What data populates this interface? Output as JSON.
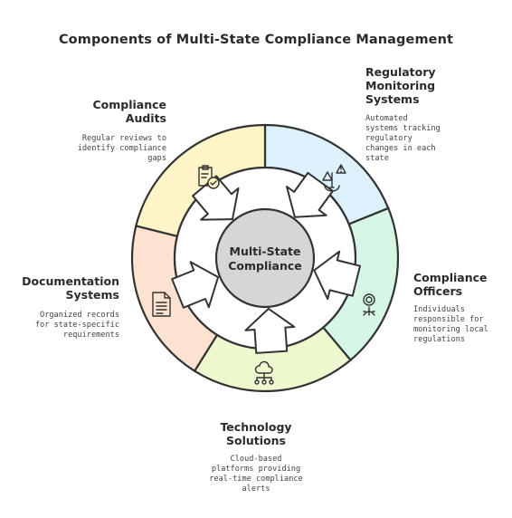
{
  "title": "Components of Multi-State Compliance Management",
  "center": {
    "line1": "Multi-State",
    "line2": "Compliance"
  },
  "components": {
    "regulatory": {
      "title_lines": [
        "Regulatory",
        "Monitoring",
        "Systems"
      ],
      "desc_lines": [
        "Automated",
        "systems tracking",
        "regulatory",
        "changes in each",
        "state"
      ],
      "color": "#dcf1fb",
      "icon": "scales-alert-icon"
    },
    "officers": {
      "title_lines": [
        "Compliance",
        "Officers"
      ],
      "desc_lines": [
        "Individuals",
        "responsible for",
        "monitoring local",
        "regulations"
      ],
      "color": "#d6f7e6",
      "icon": "officer-badge-icon"
    },
    "technology": {
      "title_lines": [
        "Technology",
        "Solutions"
      ],
      "desc_lines": [
        "Cloud-based",
        "platforms providing",
        "real-time compliance",
        "alerts"
      ],
      "color": "#eef8cf",
      "icon": "cloud-network-icon"
    },
    "documentation": {
      "title_lines": [
        "Documentation",
        "Systems"
      ],
      "desc_lines": [
        "Organized records",
        "for state-specific",
        "requirements"
      ],
      "color": "#fde2cf",
      "icon": "document-icon"
    },
    "audits": {
      "title_lines": [
        "Compliance",
        "Audits"
      ],
      "desc_lines": [
        "Regular reviews to",
        "identify compliance",
        "gaps"
      ],
      "color": "#fdf4c8",
      "icon": "clipboard-check-icon"
    }
  }
}
